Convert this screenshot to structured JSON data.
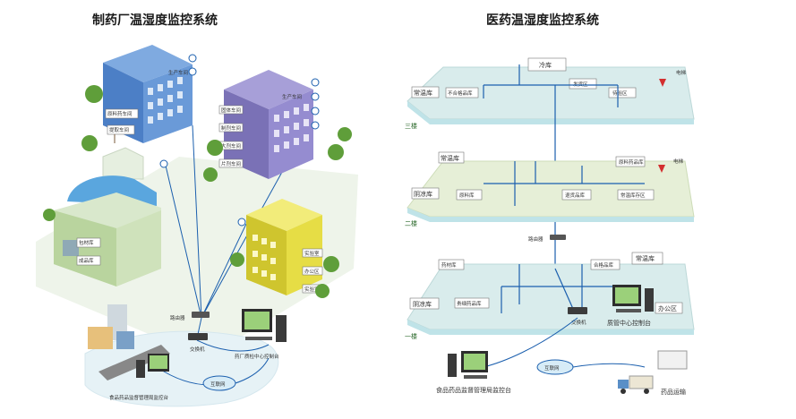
{
  "left_panel": {
    "title": "制药厂温湿度监控系统",
    "building_blue": {
      "signs": [
        "原料药车间",
        "提取车间"
      ],
      "roof_label": "生产车间"
    },
    "building_purple": {
      "signs": [
        "固体车间",
        "制剂车间",
        "大剂车间",
        "片剂车间"
      ],
      "roof_label": "生产车间"
    },
    "building_green": {
      "signs": [
        "包材库",
        "成品库"
      ]
    },
    "building_yellow": {
      "signs": [
        "实验室",
        "办公区",
        "实验室"
      ]
    },
    "router_label": "路由器",
    "switch_label": "交换机",
    "control_label": "药厂质检中心控制台",
    "internet_label": "互联网",
    "regulator_label": "食品药品监督管理局监控台"
  },
  "right_panel": {
    "title": "医药温湿度监控系统",
    "floor3": {
      "floor_label": "三楼",
      "tag": "冷库",
      "rooms": [
        "常温库",
        "不合格品库",
        "发货区",
        "待验区"
      ],
      "elevator": "电梯"
    },
    "floor2": {
      "floor_label": "二楼",
      "rooms": [
        "常温库",
        "阴凉库",
        "原料库",
        "退货品库",
        "原料药品库",
        "常温库存区"
      ],
      "elevator": "电梯"
    },
    "floor1": {
      "floor_label": "一楼",
      "rooms": [
        "常温库",
        "阴凉库",
        "药材库",
        "合格品库",
        "贵细药品库",
        "办公区"
      ]
    },
    "router_label": "路由器",
    "switch_label": "交换机",
    "control_label": "质管中心控制台",
    "internet_label": "互联网",
    "regulator_label": "食品药品监督管理局监控台",
    "transport_label": "药品运输"
  },
  "colors": {
    "line": "#1b5fae",
    "blue_building": "#5d8fd0",
    "purple_building": "#8f86c8",
    "yellow_building": "#e9e14a",
    "floor": "#d9ecec",
    "platform": "#bfe3e8"
  }
}
